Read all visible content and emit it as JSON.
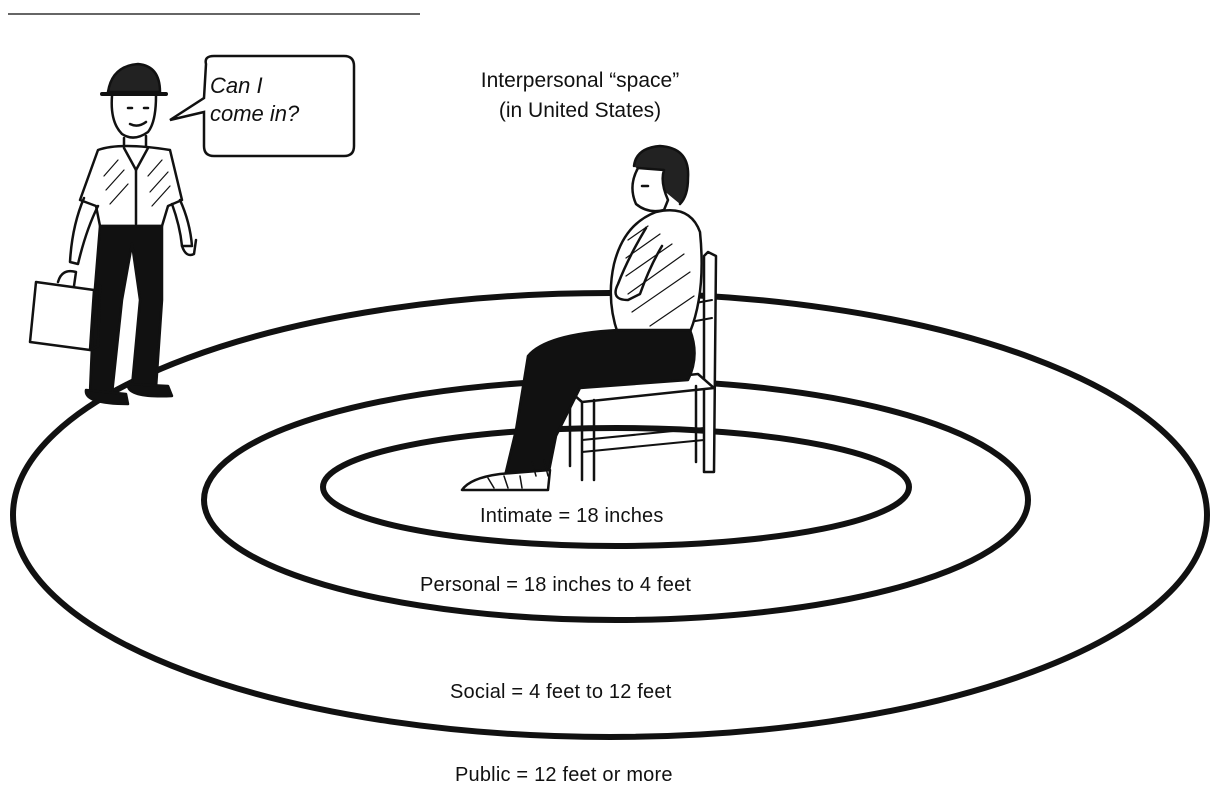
{
  "title": {
    "line1": "Interpersonal “space”",
    "line2": "(in United States)"
  },
  "speech_bubble": {
    "line1": "Can I",
    "line2": "come in?"
  },
  "zones": {
    "intimate": "Intimate = 18 inches",
    "personal": "Personal = 18 inches to 4 feet",
    "social": "Social = 4 feet to 12 feet",
    "public": "Public = 12 feet or more"
  },
  "colors": {
    "ink": "#111111",
    "background": "#ffffff"
  }
}
